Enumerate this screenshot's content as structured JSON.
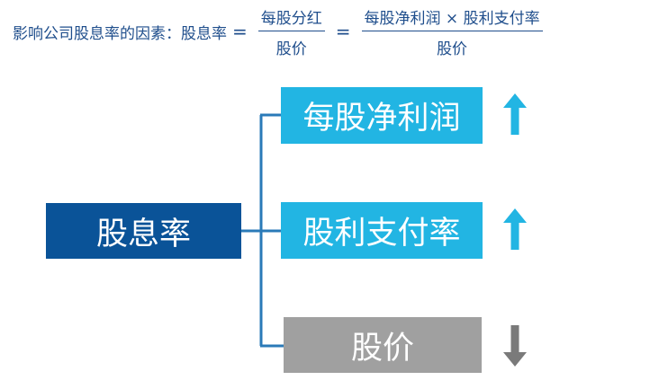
{
  "formula": {
    "prefix": "影响公司股息率的因素：",
    "lhs": "股息率",
    "eq": "=",
    "frac1": {
      "num": "每股分红",
      "den": "股价"
    },
    "frac2": {
      "num": "每股净利润 × 股利支付率",
      "den": "股价"
    }
  },
  "root": {
    "label": "股息率",
    "color": "#0a5398"
  },
  "factors": [
    {
      "label": "每股净利润",
      "direction": "up",
      "icon": "arrow-up-icon",
      "color": "#22b5e3"
    },
    {
      "label": "股利支付率",
      "direction": "up",
      "icon": "arrow-up-icon",
      "color": "#22b5e3"
    },
    {
      "label": "股价",
      "direction": "down",
      "icon": "arrow-down-icon",
      "color": "#a0a0a0"
    }
  ],
  "colors": {
    "connector": "#2a7ab8",
    "arrow_up": "#22b5e3",
    "arrow_down": "#7a7a7a"
  }
}
